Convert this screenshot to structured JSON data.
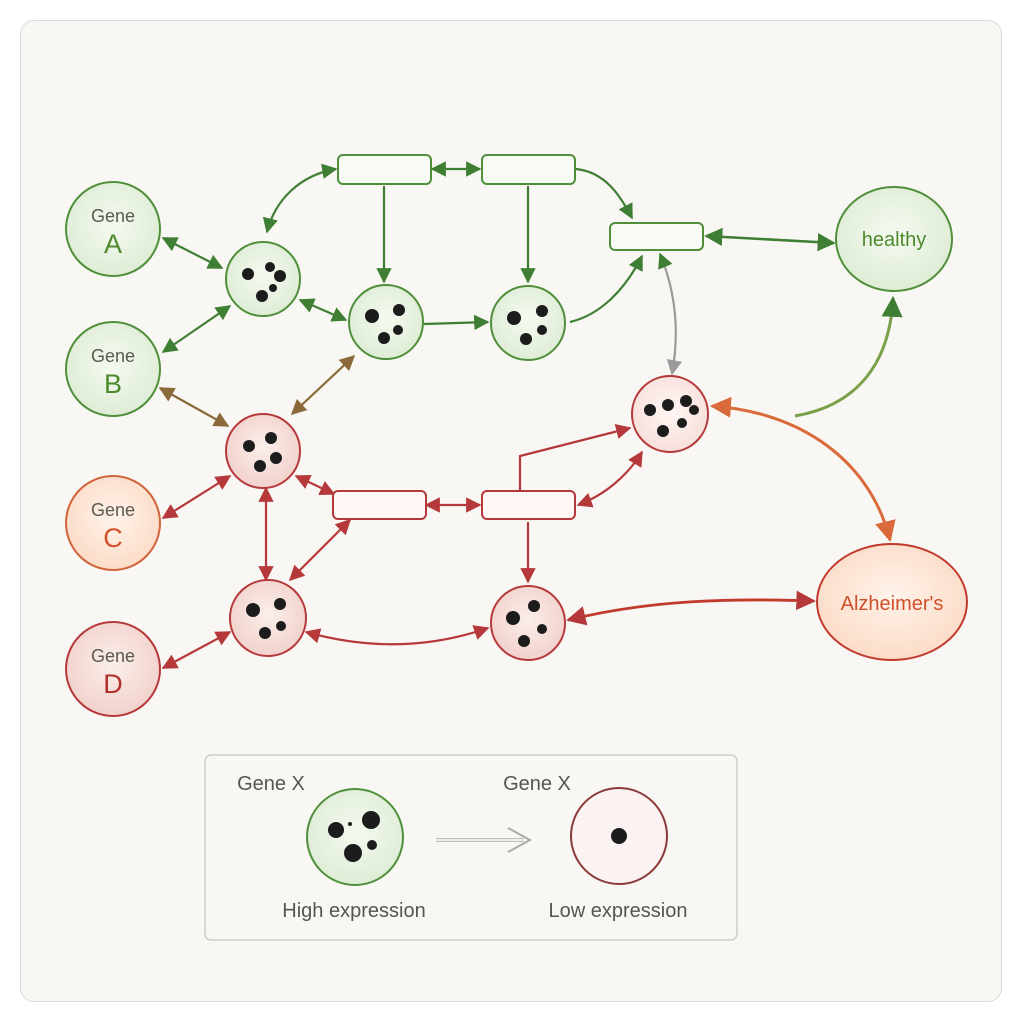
{
  "genes": [
    {
      "id": "A",
      "word": "Gene",
      "letter": "A",
      "state": "healthy"
    },
    {
      "id": "B",
      "word": "Gene",
      "letter": "B",
      "state": "healthy"
    },
    {
      "id": "C",
      "word": "Gene",
      "letter": "C",
      "state": "risk"
    },
    {
      "id": "D",
      "word": "Gene",
      "letter": "D",
      "state": "disease"
    }
  ],
  "outcomes": {
    "healthy": "healthy",
    "alzheimers": "Alzheimer's"
  },
  "legend": {
    "high": {
      "gene_label": "Gene X",
      "caption": "High expression"
    },
    "low": {
      "gene_label": "Gene X",
      "caption": "Low expression"
    }
  },
  "colors": {
    "green_stroke": "#4f8f3a",
    "green_fill": "#edf5e6",
    "green_text": "#4e8a2c",
    "red_stroke": "#b5393a",
    "red_fill": "#f8e3e0",
    "red_text": "#b3302d",
    "orange_stroke": "#d0643a",
    "orange_fill": "#fde3d2",
    "orange_text": "#d0502a",
    "brown_arrow": "#8a6a3a"
  }
}
